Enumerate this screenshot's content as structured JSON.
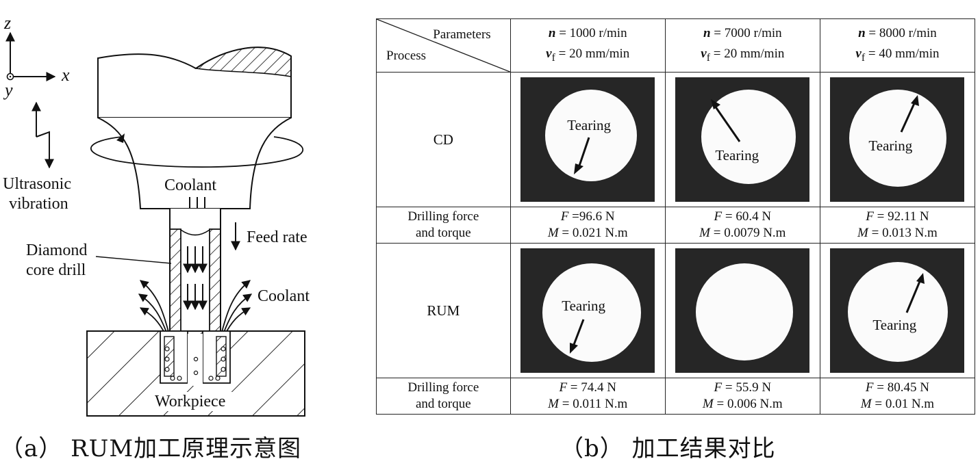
{
  "figure_a": {
    "axis_z": "z",
    "axis_x": "x",
    "axis_y": "y",
    "vibration_label_1": "Ultrasonic",
    "vibration_label_2": "vibration",
    "coolant_top": "Coolant",
    "feed_rate": "Feed rate",
    "drill_label_1": "Diamond",
    "drill_label_2": "core drill",
    "coolant_right": "Coolant",
    "workpiece": "Workpiece",
    "caption": "（a） RUM加工原理示意图"
  },
  "figure_b": {
    "caption": "（b） 加工结果对比",
    "corner_parameters": "Parameters",
    "corner_process": "Process",
    "columns": [
      {
        "n_var": "n",
        "n_value": " = 1000 r/min",
        "vf_var": "v",
        "vf_sub": "f",
        "vf_value": " = 20 mm/min"
      },
      {
        "n_var": "n",
        "n_value": " = 7000 r/min",
        "vf_var": "v",
        "vf_sub": "f",
        "vf_value": " = 20 mm/min"
      },
      {
        "n_var": "n",
        "n_value": " = 8000 r/min",
        "vf_var": "v",
        "vf_sub": "f",
        "vf_value": " = 40 mm/min"
      }
    ],
    "rows": [
      {
        "process": "CD",
        "images": [
          {
            "label": "Tearing"
          },
          {
            "label": "Tearing"
          },
          {
            "label": "Tearing"
          }
        ],
        "force_label_1": "Drilling force",
        "force_label_2": "and torque",
        "results": [
          {
            "F_var": "F",
            "F_value": " =96.6 N",
            "M_var": "M",
            "M_value": " = 0.021 N.m"
          },
          {
            "F_var": "F",
            "F_value": " = 60.4 N",
            "M_var": "M",
            "M_value": " = 0.0079 N.m"
          },
          {
            "F_var": "F",
            "F_value": " = 92.11 N",
            "M_var": "M",
            "M_value": " = 0.013 N.m"
          }
        ]
      },
      {
        "process": "RUM",
        "images": [
          {
            "label": "Tearing"
          },
          {
            "label": ""
          },
          {
            "label": "Tearing"
          }
        ],
        "force_label_1": "Drilling force",
        "force_label_2": "and torque",
        "results": [
          {
            "F_var": "F",
            "F_value": " = 74.4 N",
            "M_var": "M",
            "M_value": " = 0.011 N.m"
          },
          {
            "F_var": "F",
            "F_value": " = 55.9 N",
            "M_var": "M",
            "M_value": " = 0.006 N.m"
          },
          {
            "F_var": "F",
            "F_value": " = 80.45 N",
            "M_var": "M",
            "M_value": " = 0.01 N.m"
          }
        ]
      }
    ]
  }
}
